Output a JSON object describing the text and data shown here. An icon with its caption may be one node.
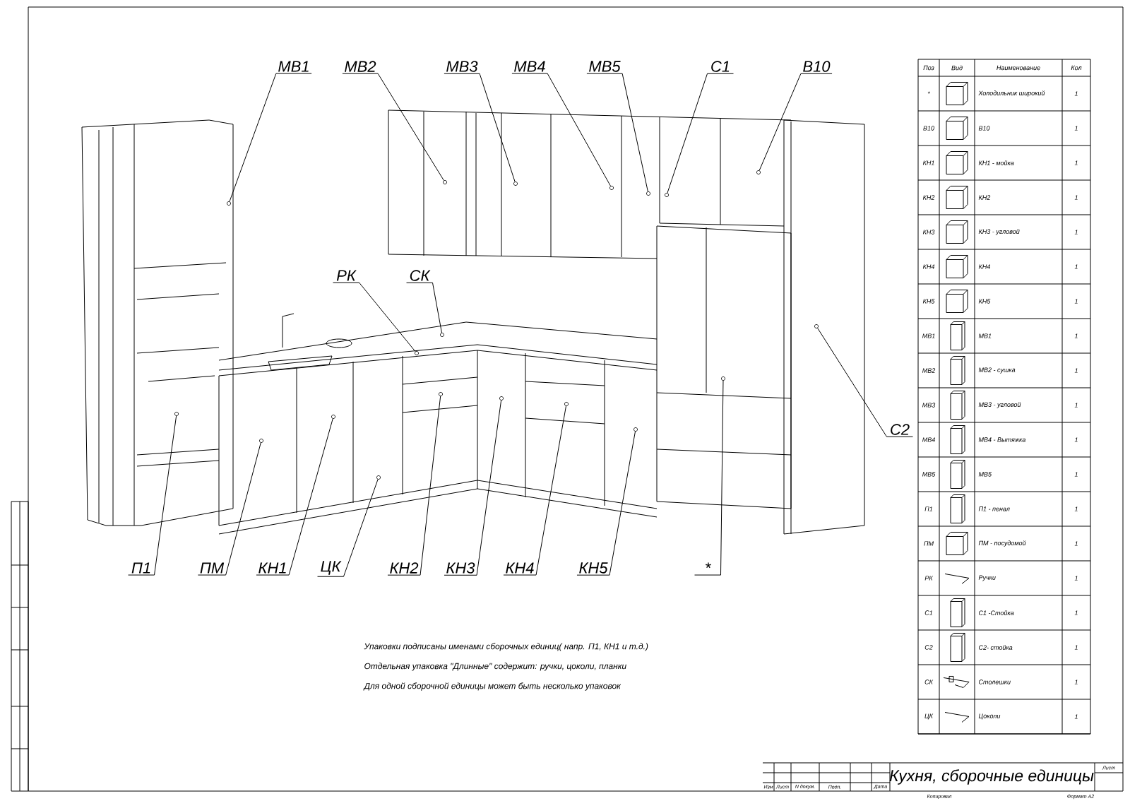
{
  "diagram": {
    "title": "Кухня, сборочные единицы",
    "nodes": [
      {
        "text": [
          "МВ1"
        ]
      },
      {
        "text": [
          "МВ2"
        ]
      },
      {
        "text": [
          "МВ3"
        ]
      },
      {
        "text": [
          "МВ4"
        ]
      },
      {
        "text": [
          "МВ5"
        ]
      },
      {
        "text": [
          "С1"
        ]
      },
      {
        "text": [
          "В10"
        ]
      },
      {
        "text": [
          "РК"
        ]
      },
      {
        "text": [
          "СК"
        ]
      },
      {
        "text": [
          "С2"
        ]
      },
      {
        "text": [
          "П1"
        ]
      },
      {
        "text": [
          "ПМ"
        ]
      },
      {
        "text": [
          "КН1"
        ]
      },
      {
        "text": [
          "ЦК"
        ]
      },
      {
        "text": [
          "КН2"
        ]
      },
      {
        "text": [
          "КН3"
        ]
      },
      {
        "text": [
          "КН4"
        ]
      },
      {
        "text": [
          "КН5"
        ]
      },
      {
        "text": [
          "*"
        ]
      },
      {
        "text": [],
        "shape": "circle"
      },
      {
        "text": [],
        "shape": "circle"
      },
      {
        "text": [],
        "shape": "circle"
      },
      {
        "text": [],
        "shape": "circle"
      },
      {
        "text": [],
        "shape": "circle"
      },
      {
        "text": [],
        "shape": "circle"
      },
      {
        "text": [],
        "shape": "circle"
      },
      {
        "text": [],
        "shape": "circle"
      },
      {
        "text": [],
        "shape": "circle"
      },
      {
        "text": [],
        "shape": "circle"
      },
      {
        "text": [],
        "shape": "circle"
      },
      {
        "text": [],
        "shape": "circle"
      },
      {
        "text": [],
        "shape": "circle"
      },
      {
        "text": [],
        "shape": "circle"
      },
      {
        "text": [],
        "shape": "circle"
      },
      {
        "text": [],
        "shape": "circle"
      },
      {
        "text": [],
        "shape": "circle"
      },
      {
        "text": [],
        "shape": "circle"
      },
      {
        "text": [],
        "shape": "circle"
      }
    ],
    "edges": [
      {
        "from": 0,
        "to": 19,
        "arrow": "none"
      },
      {
        "from": 1,
        "to": 20,
        "arrow": "none"
      },
      {
        "from": 2,
        "to": 21,
        "arrow": "none"
      },
      {
        "from": 3,
        "to": 22,
        "arrow": "none"
      },
      {
        "from": 4,
        "to": 23,
        "arrow": "none"
      },
      {
        "from": 5,
        "to": 24,
        "arrow": "none"
      },
      {
        "from": 6,
        "to": 25,
        "arrow": "none"
      },
      {
        "from": 7,
        "to": 26,
        "arrow": "none"
      },
      {
        "from": 8,
        "to": 27,
        "arrow": "none"
      },
      {
        "from": 9,
        "to": 28,
        "arrow": "none"
      },
      {
        "from": 10,
        "to": 29,
        "arrow": "none"
      },
      {
        "from": 11,
        "to": 30,
        "arrow": "none"
      },
      {
        "from": 12,
        "to": 31,
        "arrow": "none"
      },
      {
        "from": 13,
        "to": 32,
        "arrow": "none"
      },
      {
        "from": 14,
        "to": 33,
        "arrow": "none"
      },
      {
        "from": 15,
        "to": 34,
        "arrow": "none"
      },
      {
        "from": 16,
        "to": 35,
        "arrow": "none"
      },
      {
        "from": 17,
        "to": 36,
        "arrow": "none"
      },
      {
        "from": 18,
        "to": 37,
        "arrow": "none"
      }
    ],
    "labels": [
      "Поз",
      "Вид",
      "Наименование",
      "Кол",
      "*",
      "Холодильник широкий",
      "1",
      "В10",
      "В10",
      "1",
      "КН1",
      "КН1 - мойка",
      "1",
      "КН2",
      "КН2",
      "1",
      "КН3",
      "КН3 - угловой",
      "1",
      "КН4",
      "КН4",
      "1",
      "КН5",
      "КН5",
      "1",
      "МВ1",
      "МВ1",
      "1",
      "МВ2",
      "МВ2 - сушка",
      "1",
      "МВ3",
      "МВ3 - угловой",
      "1",
      "МВ4",
      "МВ4 - Вытяжка",
      "1",
      "МВ5",
      "МВ5",
      "1",
      "П1",
      "П1 - пенал",
      "1",
      "ПМ",
      "ПМ - посудомой",
      "1",
      "РК",
      "Ручки",
      "1",
      "С1",
      "С1 -Стойка",
      "1",
      "С2",
      "С2- стойка",
      "1",
      "СК",
      "Столешки",
      "1",
      "ЦК",
      "Цоколи",
      "1",
      "Упаковки подписаны именами сборочных единиц( напр. П1, КН1 и т.д.)",
      "Отдельная упаковка \"Длинные\" содержит: ручки, цоколи, планки",
      "Для одной сборочной единицы может быть несколько упаковок",
      "Изм",
      "Лист",
      "N докум.",
      "Подп.",
      "Дата",
      "Лист",
      "Копировал",
      "Формат A2"
    ]
  }
}
